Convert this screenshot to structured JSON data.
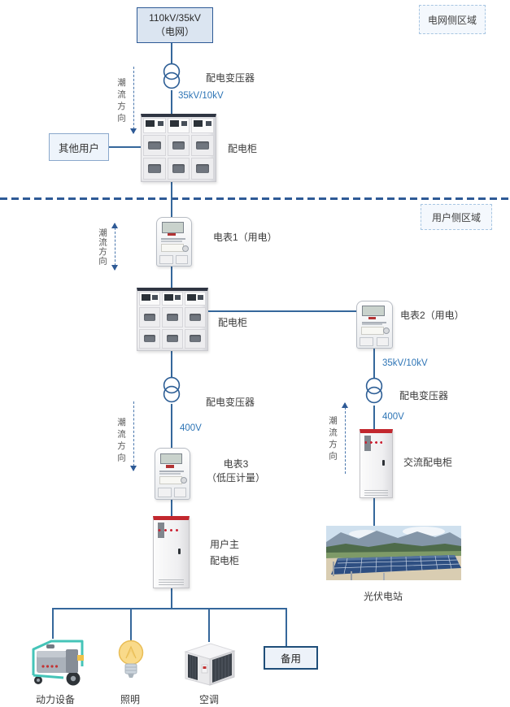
{
  "regions": {
    "grid_side": "电网侧区域",
    "user_side": "用户侧区域"
  },
  "grid_source": {
    "line1": "110kV/35kV",
    "line2": "（电网）"
  },
  "other_users": "其他用户",
  "flow_label": "潮流方向",
  "labels": {
    "transformer1": "配电变压器",
    "transformer2": "配电变压器",
    "transformer3": "配电变压器",
    "voltage_hv_1": "35kV/10kV",
    "voltage_hv_2": "35kV/10kV",
    "voltage_lv_1": "400V",
    "voltage_lv_2": "400V",
    "cabinet1": "配电柜",
    "cabinet2": "配电柜",
    "meter1": "电表1（用电）",
    "meter2": "电表2（用电）",
    "meter3_line1": "电表3",
    "meter3_line2": "（低压计量）",
    "main_cabinet_line1": "用户主",
    "main_cabinet_line2": "配电柜",
    "ac_cabinet": "交流配电柜",
    "pv_station": "光伏电站"
  },
  "loads": [
    {
      "name": "动力设备"
    },
    {
      "name": "照明"
    },
    {
      "name": "空调"
    }
  ],
  "spare": "备用",
  "colors": {
    "line": "#35679b",
    "divider": "#2e5a96",
    "voltage_text": "#2e75b6",
    "node_fill": "#dbe5f1",
    "cabinet_red": "#c2272e"
  }
}
